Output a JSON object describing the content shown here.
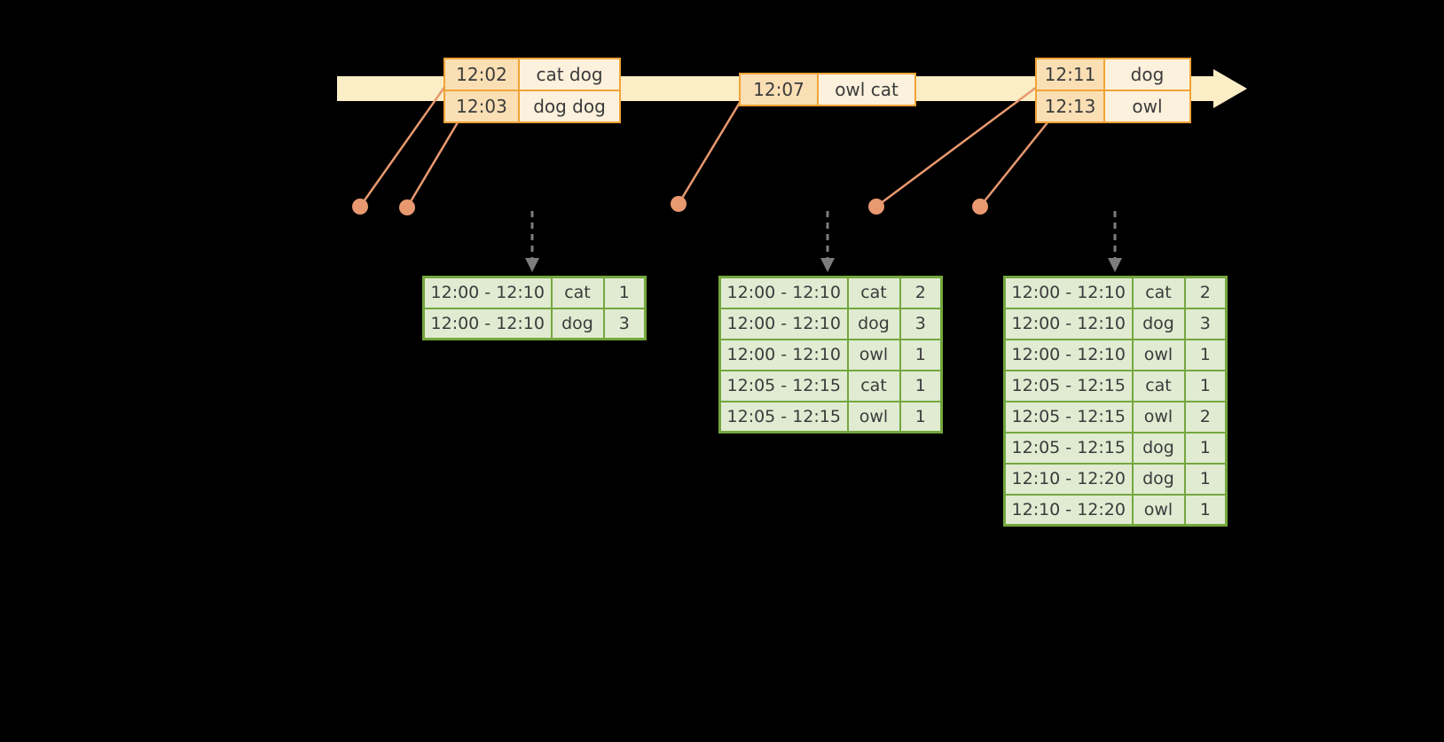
{
  "colors": {
    "background": "#000000",
    "timeline_arrow_fill": "#FBEDC6",
    "event_table_border": "#F0A437",
    "event_time_cell_fill": "#FADFB5",
    "event_word_cell_fill": "#FCF1DC",
    "connector_and_dot": "#E89970",
    "trigger_arrow_gray": "#7d7d7d",
    "result_table_border": "#74A73E",
    "result_cell_fill": "#E0EBD2",
    "text": "#3b3b3b"
  },
  "icons": {
    "timeline_arrow": "right-arrow",
    "trigger_arrow": "dashed-down-arrow",
    "event_dot": "filled-circle"
  },
  "event_tables": [
    {
      "rows": [
        [
          "12:02",
          "cat dog"
        ],
        [
          "12:03",
          "dog dog"
        ]
      ]
    },
    {
      "rows": [
        [
          "12:07",
          "owl cat"
        ]
      ]
    },
    {
      "rows": [
        [
          "12:11",
          "dog"
        ],
        [
          "12:13",
          "owl"
        ]
      ]
    }
  ],
  "result_tables": [
    {
      "rows": [
        [
          "12:00 - 12:10",
          "cat",
          "1"
        ],
        [
          "12:00 - 12:10",
          "dog",
          "3"
        ]
      ]
    },
    {
      "rows": [
        [
          "12:00 - 12:10",
          "cat",
          "2"
        ],
        [
          "12:00 - 12:10",
          "dog",
          "3"
        ],
        [
          "12:00 - 12:10",
          "owl",
          "1"
        ],
        [
          "12:05 - 12:15",
          "cat",
          "1"
        ],
        [
          "12:05 - 12:15",
          "owl",
          "1"
        ]
      ]
    },
    {
      "rows": [
        [
          "12:00 - 12:10",
          "cat",
          "2"
        ],
        [
          "12:00 - 12:10",
          "dog",
          "3"
        ],
        [
          "12:00 - 12:10",
          "owl",
          "1"
        ],
        [
          "12:05 - 12:15",
          "cat",
          "1"
        ],
        [
          "12:05 - 12:15",
          "owl",
          "2"
        ],
        [
          "12:05 - 12:15",
          "dog",
          "1"
        ],
        [
          "12:10 - 12:20",
          "dog",
          "1"
        ],
        [
          "12:10 - 12:20",
          "owl",
          "1"
        ]
      ]
    }
  ]
}
